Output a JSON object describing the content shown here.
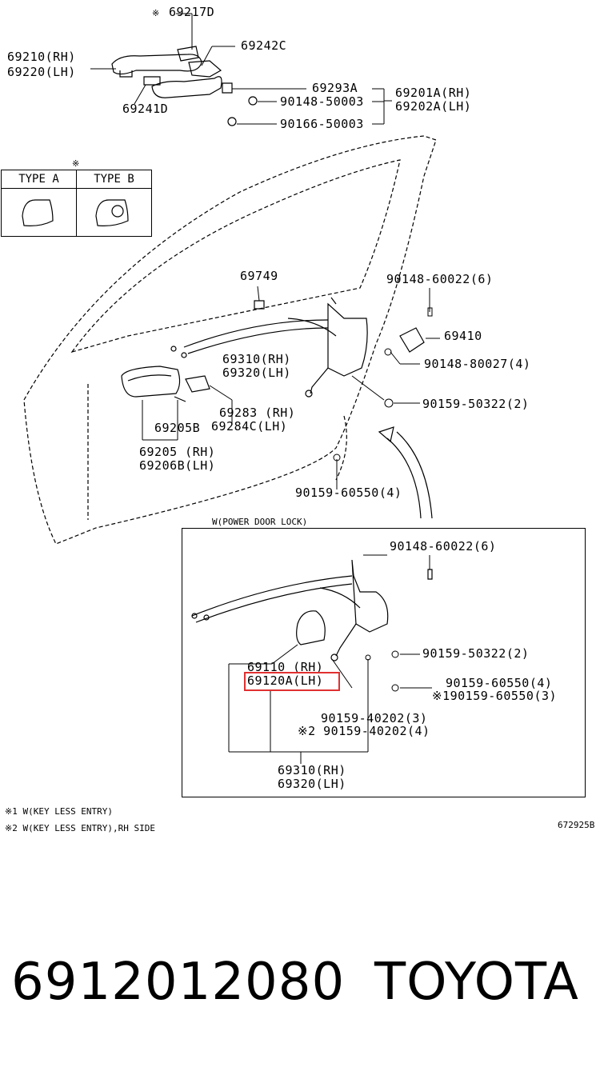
{
  "upper_labels": {
    "p69217D": "69217D",
    "p69210": "69210(RH)",
    "p69220": "69220(LH)",
    "p69242C": "69242C",
    "p69293A": "69293A",
    "p90148_50003": "90148-50003",
    "p90166_50003": "90166-50003",
    "p69241D": "69241D",
    "p69201A": "69201A(RH)",
    "p69202A": "69202A(LH)"
  },
  "type_box": {
    "type_a": "TYPE A",
    "type_b": "TYPE B"
  },
  "door_labels": {
    "p69749": "69749",
    "p90148_60022": "90148-60022(6)",
    "p69410": "69410",
    "p90148_80027": "90148-80027(4)",
    "p69310": "69310(RH)",
    "p69320": "69320(LH)",
    "p90159_50322": "90159-50322(2)",
    "p69283": "69283 (RH)",
    "p69284C": "69284C(LH)",
    "p69205B": "69205B",
    "p69205": "69205 (RH)",
    "p69206B": "69206B(LH)",
    "p90159_60550": "90159-60550(4)"
  },
  "inset": {
    "title": "W(POWER DOOR LOCK)",
    "p90148_60022": "90148-60022(6)",
    "p90159_50322": "90159-50322(2)",
    "p69110": "69110 (RH)",
    "p69120A": "69120A(LH)",
    "p90159_60550a": "90159-60550(4)",
    "p90159_60550b": "※190159-60550(3)",
    "p90159_40202a": "90159-40202(3)",
    "p90159_40202b": "※2 90159-40202(4)",
    "p69310": "69310(RH)",
    "p69320": "69320(LH)"
  },
  "notes": {
    "n1": "※1 W(KEY LESS ENTRY)",
    "n2": "※2 W(KEY LESS ENTRY),RH SIDE",
    "diagram_no": "672925B"
  },
  "marks": {
    "m1": "※",
    "m2": "※"
  },
  "footer": {
    "part_number": "6912012080",
    "brand": "TOYOTA"
  },
  "colors": {
    "highlight": "#e03030",
    "line": "#000000"
  }
}
